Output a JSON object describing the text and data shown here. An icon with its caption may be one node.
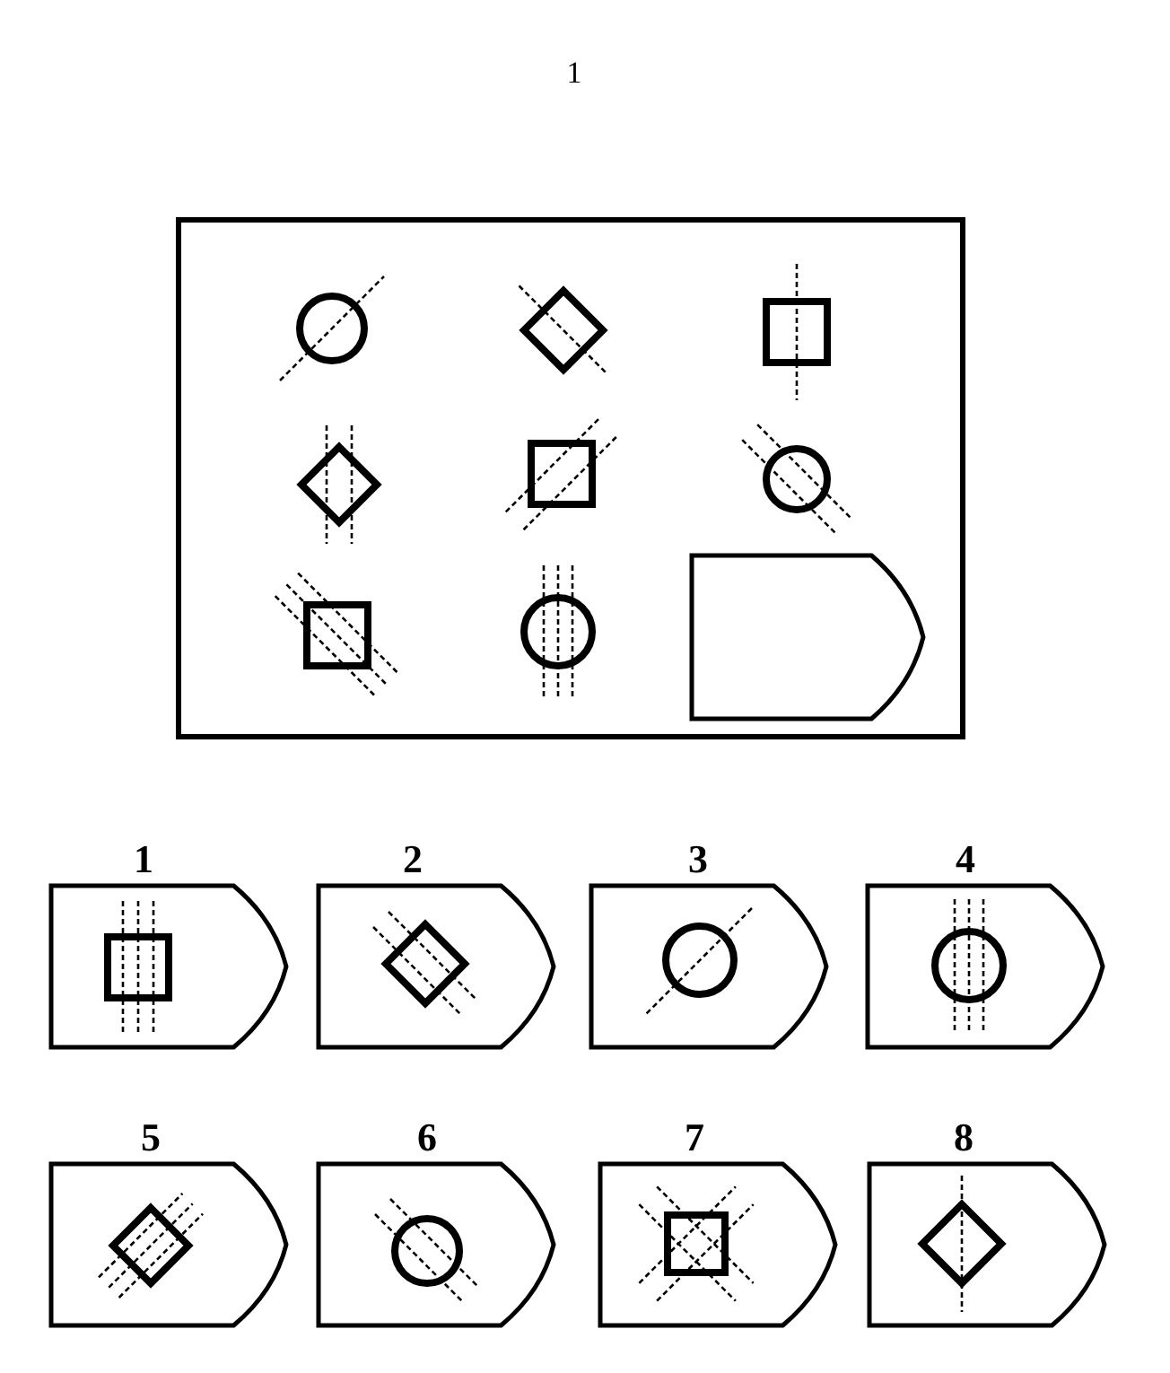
{
  "diagram": {
    "nodes": [
      {
        "text": [],
        "shape": "box"
      },
      {
        "text": [],
        "shape": "pentagon",
        "in": 0
      },
      {
        "text": [
          "1"
        ]
      },
      {
        "text": [
          "2"
        ]
      },
      {
        "text": [
          "3"
        ]
      },
      {
        "text": [
          "4"
        ]
      },
      {
        "text": [
          "5"
        ]
      },
      {
        "text": [
          "6"
        ]
      },
      {
        "text": [
          "7"
        ]
      },
      {
        "text": [
          "8"
        ]
      }
    ],
    "labels": [
      "1"
    ]
  }
}
